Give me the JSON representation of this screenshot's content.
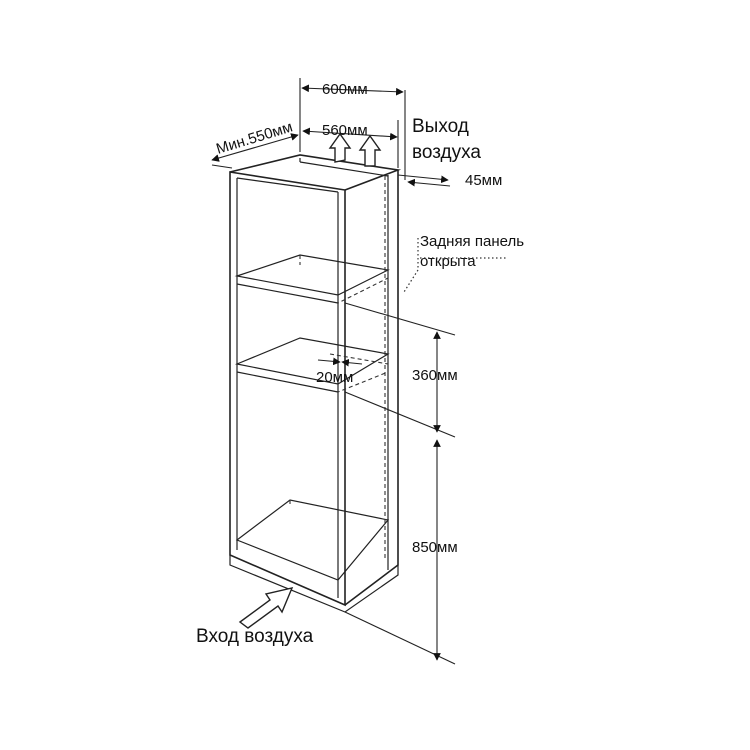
{
  "labels": {
    "width_top": "600мм",
    "min_depth": "Мин.550мм",
    "inner_width": "560мм",
    "air_out_line1": "Выход",
    "air_out_line2": "воздуха",
    "gap_back": "45мм",
    "back_panel_line1": "Задняя панель",
    "back_panel_line2": "открыта",
    "shelf_gap": "20мм",
    "niche_height": "360мм",
    "base_height": "850мм",
    "air_in": "Вход воздуха"
  }
}
